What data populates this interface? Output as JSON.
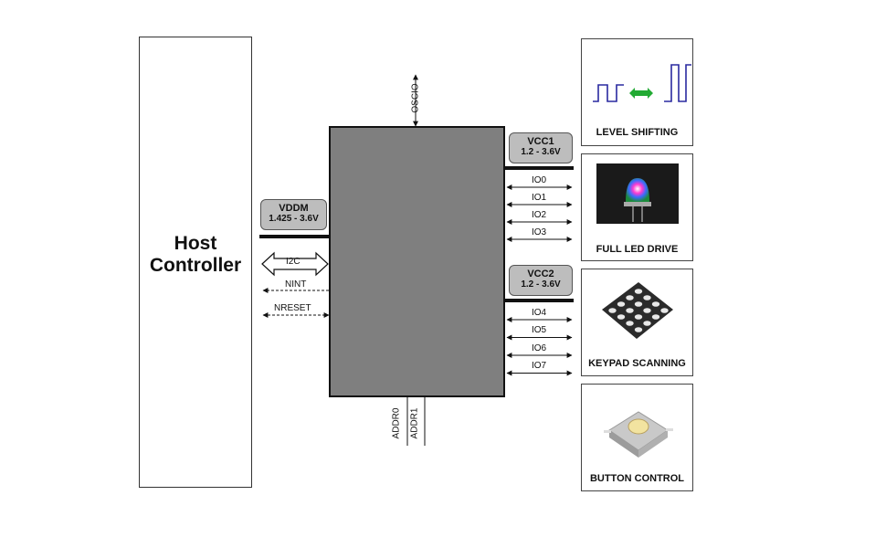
{
  "host": {
    "title_line1": "Host",
    "title_line2": "Controller"
  },
  "chip": {
    "top_pin": "OSCIO",
    "bottom_pins": [
      "ADDR0",
      "ADDR1"
    ]
  },
  "supplies": {
    "vddm": {
      "name": "VDDM",
      "range": "1.425 - 3.6V"
    },
    "vcc1": {
      "name": "VCC1",
      "range": "1.2 - 3.6V"
    },
    "vcc2": {
      "name": "VCC2",
      "range": "1.2 - 3.6V"
    }
  },
  "host_signals": [
    "I2C",
    "NINT",
    "NRESET"
  ],
  "io_bank1": [
    "IO0",
    "IO1",
    "IO2",
    "IO3"
  ],
  "io_bank2": [
    "IO4",
    "IO5",
    "IO6",
    "IO7"
  ],
  "features": [
    "LEVEL SHIFTING",
    "FULL LED DRIVE",
    "KEYPAD SCANNING",
    "BUTTON CONTROL"
  ],
  "colors": {
    "chip": "#7f7f7f",
    "badge": "#bdbdbd",
    "level_wave": "#2a2aa0",
    "level_arrow": "#22aa33"
  }
}
